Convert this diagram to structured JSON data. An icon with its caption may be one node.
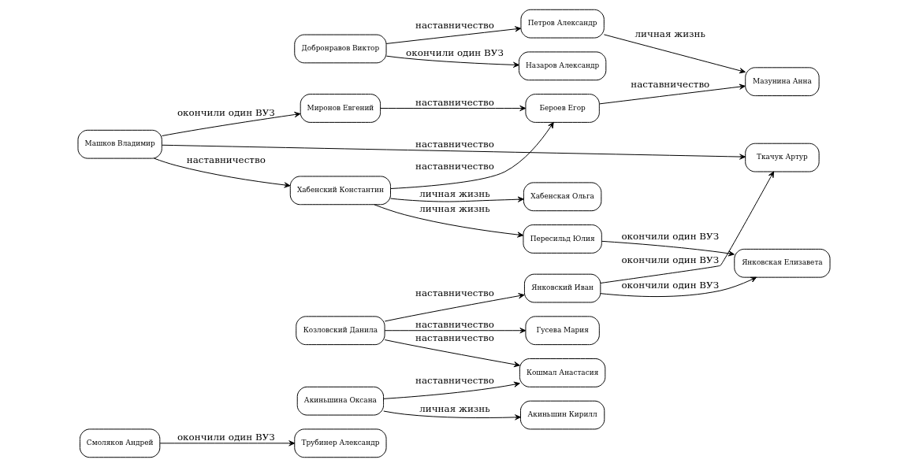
{
  "diagram": {
    "nodes": [
      {
        "text": [
          "Смоляков Андрей"
        ]
      },
      {
        "text": [
          "Трубинер Александр"
        ]
      },
      {
        "text": [
          "Машков Владимир"
        ]
      },
      {
        "text": [
          "Миронов Евгений"
        ]
      },
      {
        "text": [
          "Хабенский Константин"
        ]
      },
      {
        "text": [
          "Бероев Егор"
        ]
      },
      {
        "text": [
          "Хабенская Ольга"
        ]
      },
      {
        "text": [
          "Пересильд Юлия"
        ]
      },
      {
        "text": [
          "Мазунина Анна"
        ]
      },
      {
        "text": [
          "Янковская Елизавета"
        ]
      },
      {
        "text": [
          "Добронравов Виктор"
        ]
      },
      {
        "text": [
          "Петров Александр"
        ]
      },
      {
        "text": [
          "Назаров Александр"
        ]
      },
      {
        "text": [
          "Ткачук Артур"
        ]
      },
      {
        "text": [
          "Янковский Иван"
        ]
      },
      {
        "text": [
          "Козловский Данила"
        ]
      },
      {
        "text": [
          "Гусева Мария"
        ]
      },
      {
        "text": [
          "Кошмал Анастасия"
        ]
      },
      {
        "text": [
          "Акиньшина Оксана"
        ]
      },
      {
        "text": [
          "Акиньшин Кирилл"
        ]
      }
    ],
    "edges": [
      {
        "from": 0,
        "to": 1,
        "arrow": "to",
        "label": "окончили один ВУЗ"
      },
      {
        "from": 2,
        "to": 3,
        "arrow": "to",
        "label": "окончили один ВУЗ"
      },
      {
        "from": 2,
        "to": 4,
        "arrow": "to",
        "label": "наставничество"
      },
      {
        "from": 2,
        "to": 13,
        "arrow": "to",
        "label": "наставничество"
      },
      {
        "from": 3,
        "to": 5,
        "arrow": "to",
        "label": "наставничество"
      },
      {
        "from": 4,
        "to": 5,
        "arrow": "to",
        "label": "наставничество"
      },
      {
        "from": 4,
        "to": 6,
        "arrow": "to",
        "label": "личная жизнь"
      },
      {
        "from": 4,
        "to": 7,
        "arrow": "to",
        "label": "личная жизнь"
      },
      {
        "from": 5,
        "to": 8,
        "arrow": "to",
        "label": "наставничество"
      },
      {
        "from": 7,
        "to": 9,
        "arrow": "to",
        "label": "окончили один ВУЗ"
      },
      {
        "from": 10,
        "to": 11,
        "arrow": "to",
        "label": "наставничество"
      },
      {
        "from": 10,
        "to": 12,
        "arrow": "to",
        "label": "окончили один ВУЗ"
      },
      {
        "from": 11,
        "to": 8,
        "arrow": "to",
        "label": "личная жизнь"
      },
      {
        "from": 14,
        "to": 9,
        "arrow": "to",
        "label": "окончили один ВУЗ"
      },
      {
        "from": 14,
        "to": 13,
        "arrow": "to",
        "label": "окончили один ВУЗ"
      },
      {
        "from": 15,
        "to": 14,
        "arrow": "to",
        "label": "наставничество"
      },
      {
        "from": 15,
        "to": 16,
        "arrow": "to",
        "label": "наставничество"
      },
      {
        "from": 15,
        "to": 17,
        "arrow": "to",
        "label": "наставничество"
      },
      {
        "from": 18,
        "to": 17,
        "arrow": "to",
        "label": "наставничество"
      },
      {
        "from": 18,
        "to": 19,
        "arrow": "to",
        "label": "личная жизнь"
      }
    ]
  }
}
